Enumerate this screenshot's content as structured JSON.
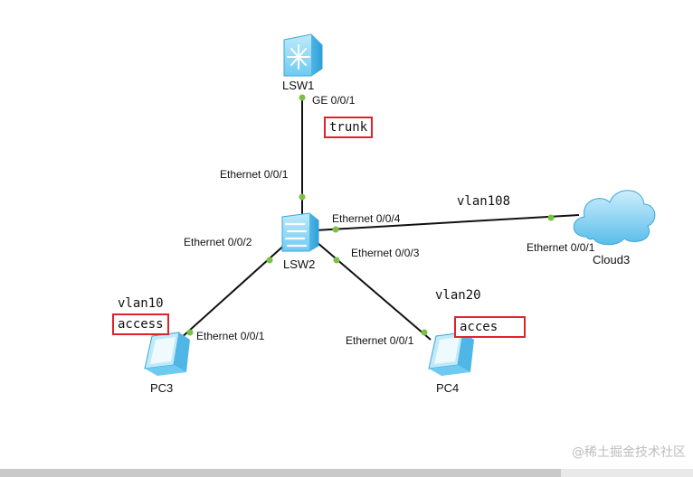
{
  "devices": {
    "lsw1": "LSW1",
    "lsw2": "LSW2",
    "pc3": "PC3",
    "pc4": "PC4",
    "cloud3": "Cloud3"
  },
  "ports": {
    "lsw1_ge": "GE 0/0/1",
    "lsw2_e1": "Ethernet 0/0/1",
    "lsw2_e2": "Ethernet 0/0/2",
    "lsw2_e3": "Ethernet 0/0/3",
    "lsw2_e4": "Ethernet 0/0/4",
    "pc3_e1": "Ethernet 0/0/1",
    "pc4_e1": "Ethernet 0/0/1",
    "cloud3_e1": "Ethernet 0/0/1"
  },
  "vlans": {
    "cloud": "vlan108",
    "pc3": "vlan10",
    "pc4": "vlan20"
  },
  "modes": {
    "trunk": "trunk",
    "pc3": "access",
    "pc4": "acces"
  },
  "colors": {
    "link": "#111111",
    "port_dot": "#7ac142",
    "highlight_box": "#e0222c",
    "device_blue": "#5fc3ef"
  },
  "watermark": "@稀土掘金技术社区"
}
